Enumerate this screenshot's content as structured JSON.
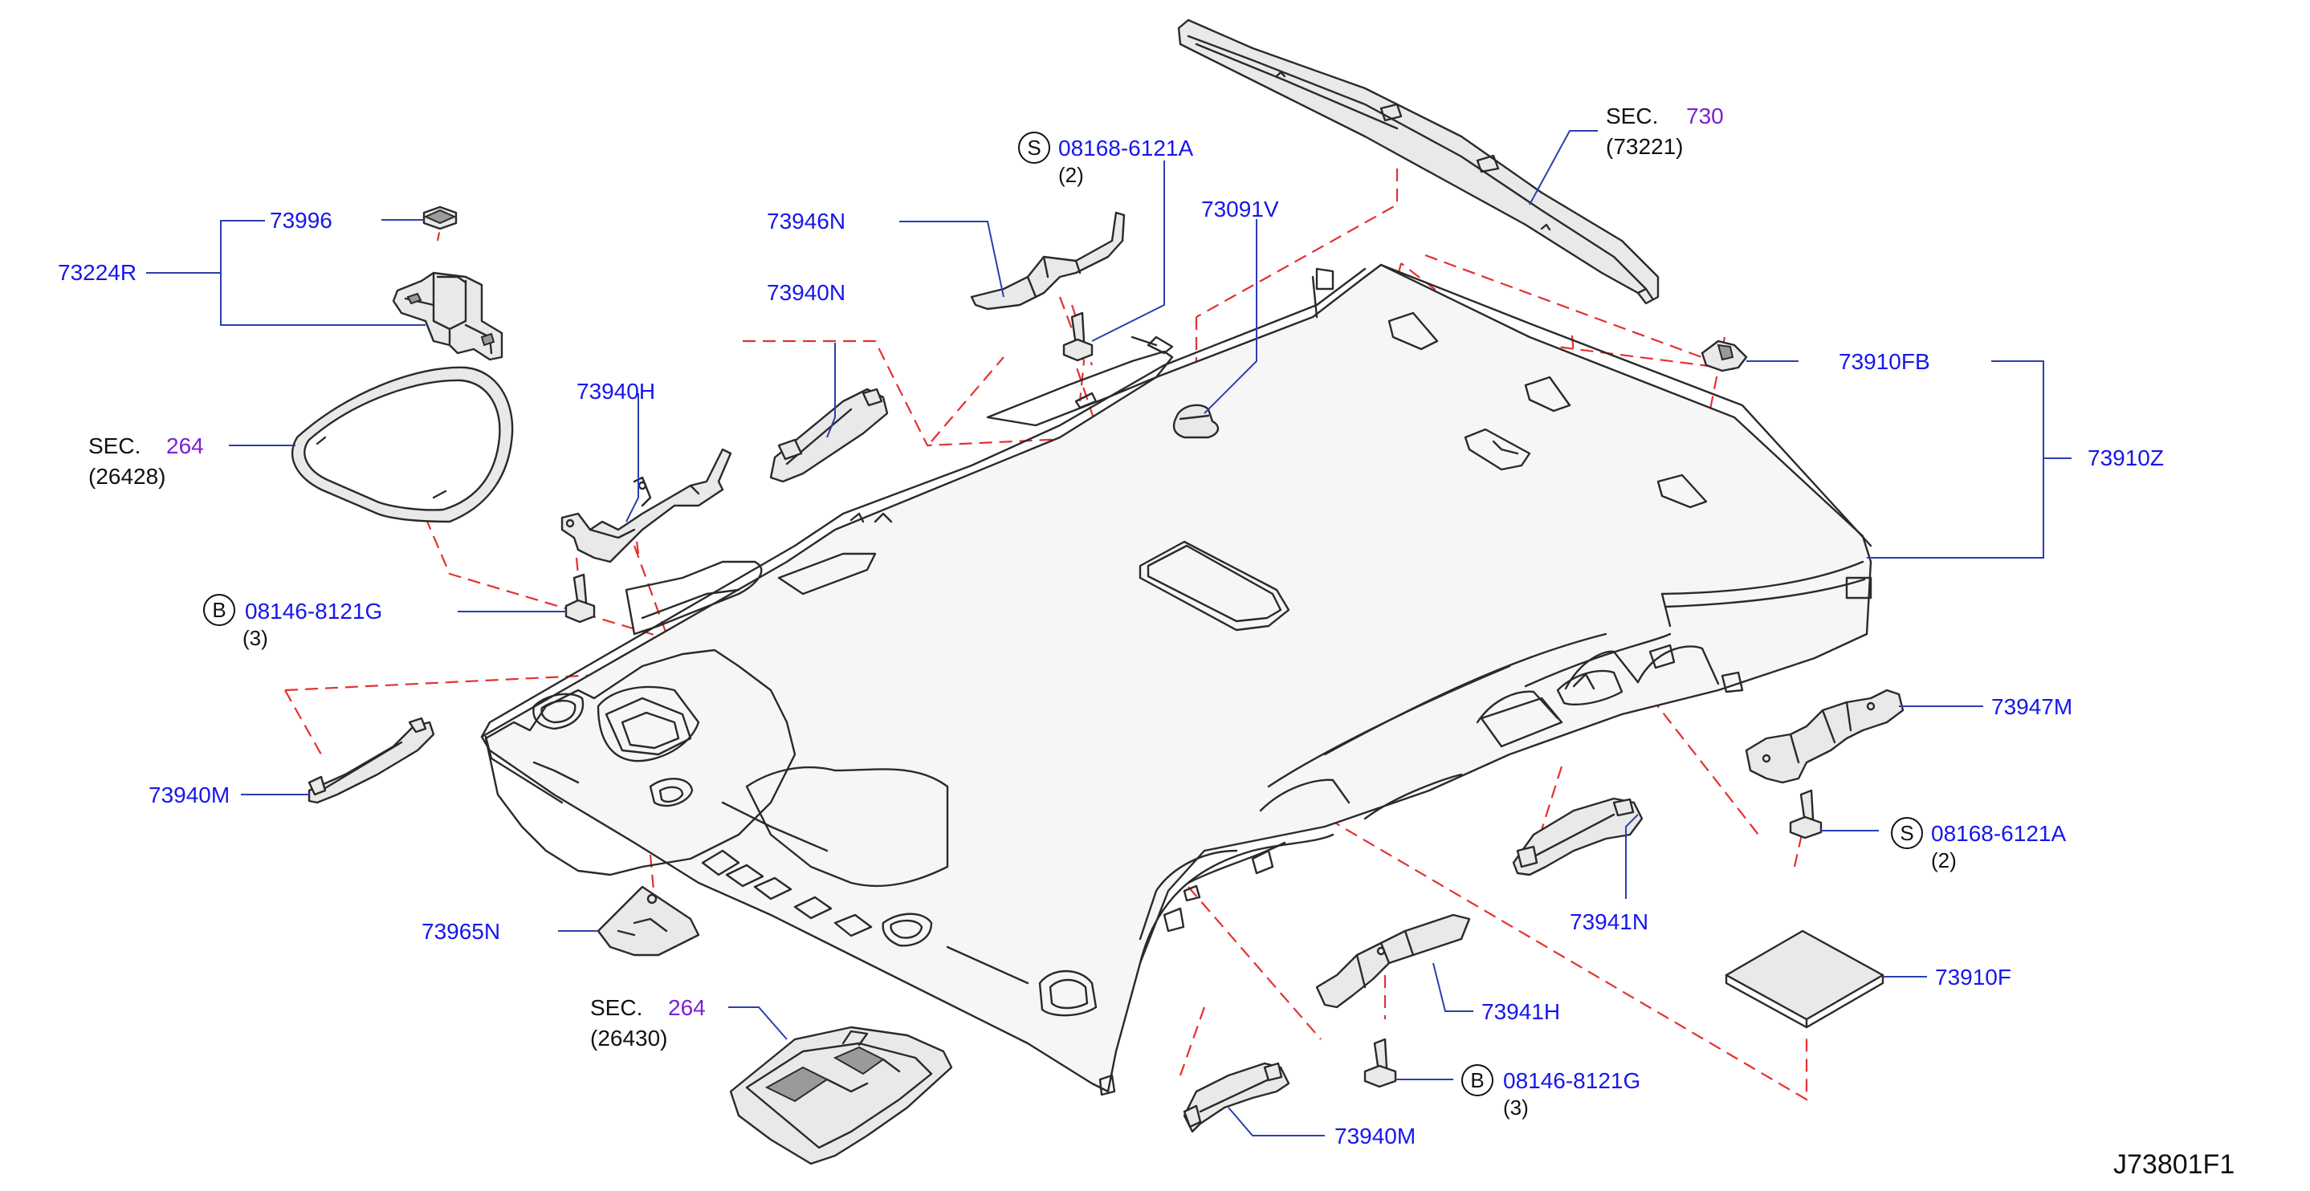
{
  "colors": {
    "part_number": "#1616ee",
    "section_number": "#7a1fd6",
    "leader_line": "#2b3fb0",
    "dashed_guide": "#e53030",
    "outline": "#2a2a2a"
  },
  "labels": {
    "p73996": "73996",
    "p73224R": "73224R",
    "p73946N": "73946N",
    "p73940N": "73940N",
    "s08168_top": "08168-6121A",
    "s08168_top_qty": "(2)",
    "s08168_top_mark": "S",
    "p73091V": "73091V",
    "sec730_text": "SEC.",
    "sec730_num": "730",
    "sec730_ref": "(73221)",
    "p73910FB": "73910FB",
    "p73910Z": "73910Z",
    "sec264a_text": "SEC.",
    "sec264a_num": "264",
    "sec264a_ref": "(26428)",
    "p73940H": "73940H",
    "b08146_left": "08146-8121G",
    "b08146_left_qty": "(3)",
    "b08146_left_mark": "B",
    "p73940M_left": "73940M",
    "p73947M": "73947M",
    "s08168_right": "08168-6121A",
    "s08168_right_qty": "(2)",
    "s08168_right_mark": "S",
    "p73965N": "73965N",
    "p73941N": "73941N",
    "p73910F": "73910F",
    "sec264b_text": "SEC.",
    "sec264b_num": "264",
    "sec264b_ref": "(26430)",
    "p73941H": "73941H",
    "b08146_bottom": "08146-8121G",
    "b08146_bottom_qty": "(3)",
    "b08146_bottom_mark": "B",
    "p73940M_bottom": "73940M",
    "diagram_code": "J73801F1"
  }
}
